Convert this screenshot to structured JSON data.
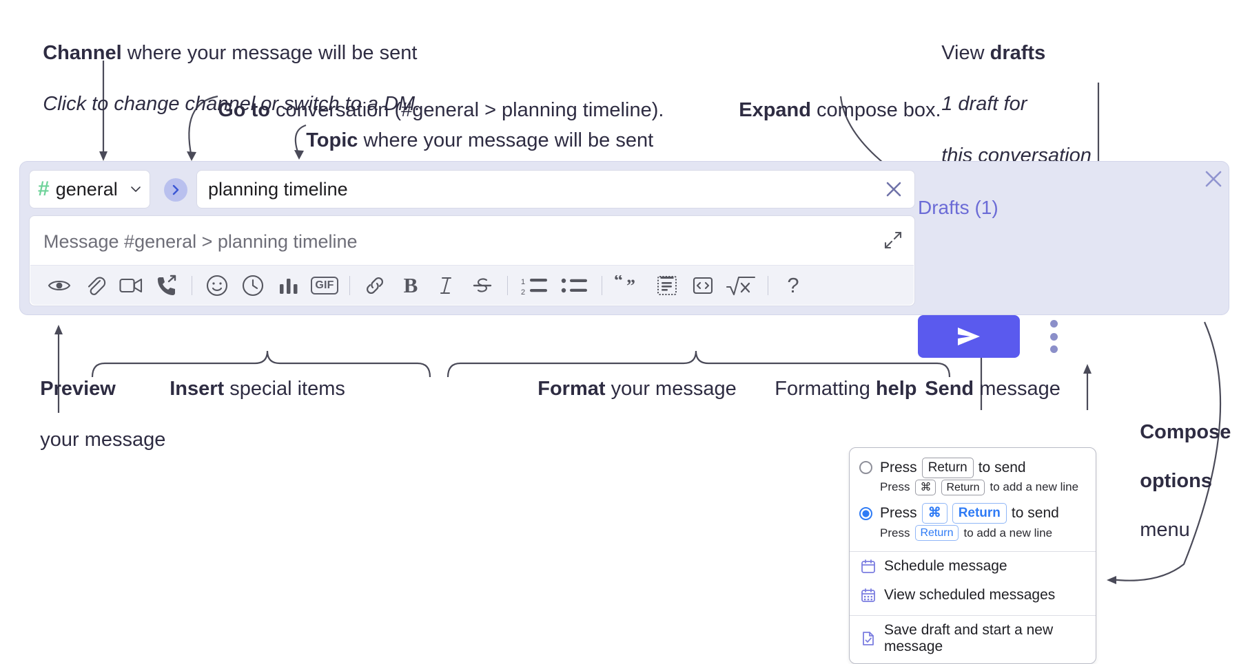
{
  "annotations": {
    "channel": {
      "line1_bold": "Channel",
      "line1_rest": " where your message will be sent",
      "line2": "Click to change channel or switch to a DM."
    },
    "goto": {
      "bold": "Go to",
      "rest": " conversation (#general > planning timeline)."
    },
    "topic": {
      "bold": "Topic",
      "rest": " where your message will be sent"
    },
    "expand": {
      "bold": "Expand",
      "rest": " compose box."
    },
    "drafts": {
      "line1_rest": "View ",
      "line1_bold": "drafts",
      "line2": "1 draft for",
      "line3": "this conversation"
    },
    "preview": {
      "bold": "Preview",
      "line2": "your message"
    },
    "insert": {
      "bold": "Insert",
      "rest": " special items"
    },
    "format": {
      "bold": "Format",
      "rest": " your message"
    },
    "help": {
      "rest": "Formatting ",
      "bold": "help"
    },
    "send": {
      "bold": "Send",
      "rest": " message"
    },
    "compose_options": {
      "line1": "Compose",
      "line2": "options",
      "line3": "menu"
    }
  },
  "compose": {
    "channel_chip": {
      "hash": "#",
      "name": "general",
      "chevron_icon": "chevron-down-icon"
    },
    "go_button_icon": "chevron-right-icon",
    "topic": {
      "value": "planning timeline",
      "clear_icon": "close-icon"
    },
    "message": {
      "placeholder": "Message #general > planning timeline",
      "expand_icon": "expand-icon"
    },
    "panel_close_icon": "close-icon",
    "drafts_label": "Drafts (1)",
    "send_icon": "send-paper-plane-icon",
    "kebab_icon": "more-options-vertical-icon",
    "toolbar": [
      {
        "name": "preview-icon",
        "label": "Preview"
      },
      {
        "name": "attachment-paperclip-icon",
        "label": "Attach file"
      },
      {
        "name": "video-camera-icon",
        "label": "Record video clip"
      },
      {
        "name": "phone-forward-icon",
        "label": "Record audio clip"
      },
      {
        "name": "separator",
        "label": ""
      },
      {
        "name": "emoji-smiley-icon",
        "label": "Emoji"
      },
      {
        "name": "clock-icon",
        "label": "Schedule"
      },
      {
        "name": "bar-chart-icon",
        "label": "Poll"
      },
      {
        "name": "gif-icon",
        "label": "GIF"
      },
      {
        "name": "separator",
        "label": ""
      },
      {
        "name": "link-icon",
        "label": "Link"
      },
      {
        "name": "bold-icon",
        "label": "Bold"
      },
      {
        "name": "italic-icon",
        "label": "Italic"
      },
      {
        "name": "strikethrough-icon",
        "label": "Strikethrough"
      },
      {
        "name": "separator",
        "label": ""
      },
      {
        "name": "ordered-list-icon",
        "label": "Ordered list"
      },
      {
        "name": "bulleted-list-icon",
        "label": "Bulleted list"
      },
      {
        "name": "separator",
        "label": ""
      },
      {
        "name": "blockquote-icon",
        "label": "Blockquote"
      },
      {
        "name": "code-block-icon",
        "label": "Code block"
      },
      {
        "name": "inline-code-icon",
        "label": "Code"
      },
      {
        "name": "latex-icon",
        "label": "LaTeX"
      },
      {
        "name": "separator",
        "label": ""
      },
      {
        "name": "help-question-icon",
        "label": "Formatting help"
      }
    ],
    "gif_label": "GIF",
    "bold_label": "B",
    "italic_label": "I",
    "help_label": "?"
  },
  "menu": {
    "option1": {
      "pre": "Press",
      "key": "Return",
      "post": "to send",
      "selected": false,
      "sub_pre": "Press",
      "sub_key1": "⌘",
      "sub_key2": "Return",
      "sub_post": "to add a new line"
    },
    "option2": {
      "pre": "Press",
      "key1": "⌘",
      "key2": "Return",
      "post": "to send",
      "selected": true,
      "sub_pre": "Press",
      "sub_key": "Return",
      "sub_post": "to add a new line"
    },
    "items": [
      {
        "label": "Schedule message",
        "icon": "calendar-icon"
      },
      {
        "label": "View scheduled messages",
        "icon": "calendar-grid-icon"
      },
      {
        "label": "Save draft and start a new message",
        "icon": "document-check-icon"
      }
    ]
  },
  "colors": {
    "accent": "#5a5aee",
    "drafts": "#6b6bd6",
    "panel": "#e3e5f3",
    "hash_green": "#6fd39a",
    "key_blue": "#2f7bf5"
  }
}
